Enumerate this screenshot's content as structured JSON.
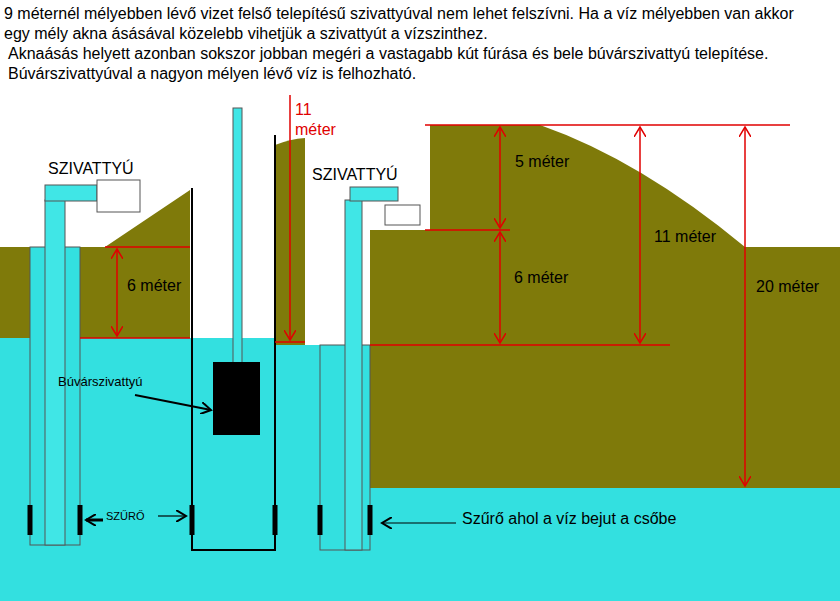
{
  "diagram": {
    "labels": [
      "9 méternél mélyebben lévő vizet felső telepítésű szivattyúval nem lehet felszívni. Ha a víz mélyebben van akkor egy mély akna ásásával közelebb vihetjük a szivattyút a vízszinthez.",
      "Aknaásás helyett azonban sokszor jobban megéri a vastagabb kút fúrása és bele búvárszivattyú telepítése. Búvárszivattyúval a nagyon mélyen lévő víz is felhozható.",
      "SZIVATTYÚ",
      "SZIVATTYÚ",
      "6 méter",
      "11 méter",
      "Búvárszivattyú",
      "SZŰRŐ",
      "5 méter",
      "6 méter",
      "11 méter",
      "20 méter",
      "Szűrő ahol a víz bejut a csőbe"
    ]
  }
}
